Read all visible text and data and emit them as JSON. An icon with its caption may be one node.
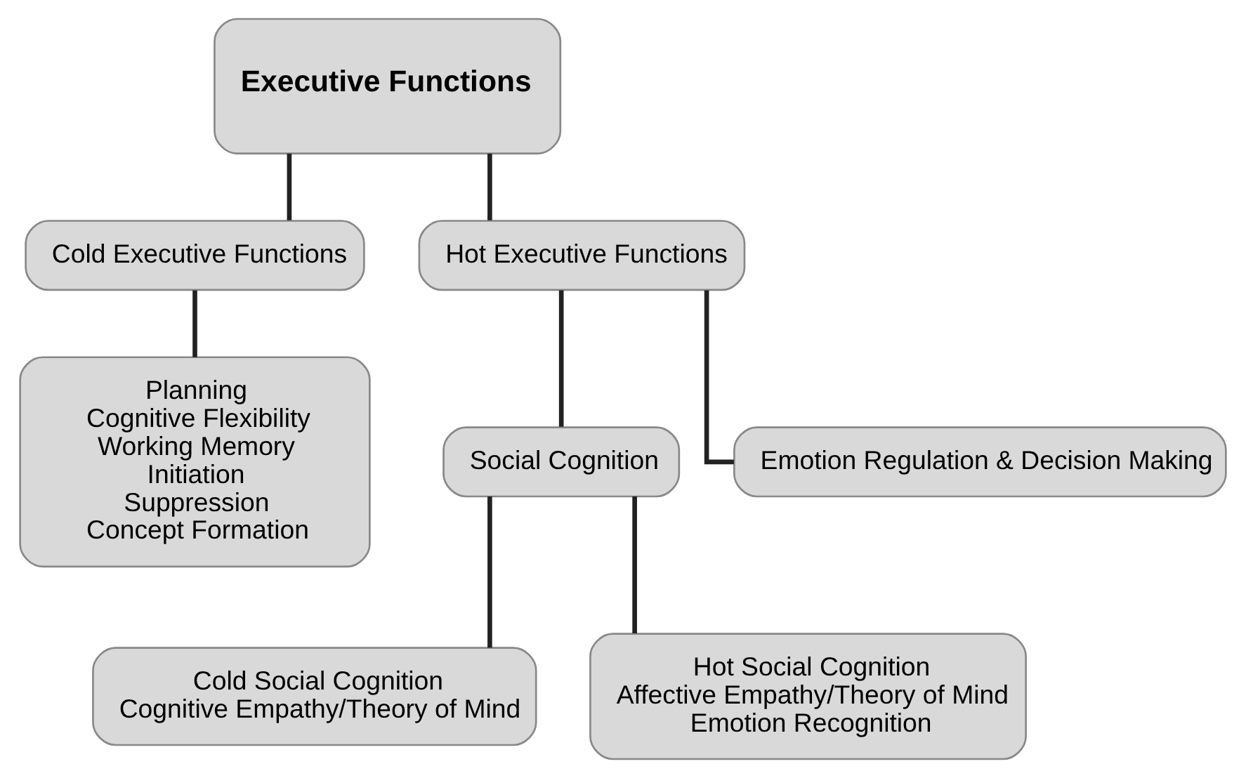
{
  "diagram": {
    "nodes": [
      {
        "text": [
          "Executive Functions"
        ]
      },
      {
        "text": [
          "Cold Executive Functions"
        ]
      },
      {
        "text": [
          "Hot Executive Functions"
        ]
      },
      {
        "text": [
          "Planning",
          "Cognitive Flexibility",
          "Working Memory",
          "Initiation",
          "Suppression",
          "Concept Formation"
        ]
      },
      {
        "text": [
          "Social Cognition"
        ]
      },
      {
        "text": [
          "Emotion Regulation & Decision Making"
        ]
      },
      {
        "text": [
          "Cold Social Cognition",
          "Cognitive Empathy/Theory of Mind"
        ]
      },
      {
        "text": [
          "Hot Social Cognition",
          "Affective Empathy/Theory of Mind",
          "Emotion Recognition"
        ]
      }
    ],
    "edges": [
      {
        "from": 0,
        "to": 1,
        "arrow": "none"
      },
      {
        "from": 0,
        "to": 2,
        "arrow": "none"
      },
      {
        "from": 1,
        "to": 3,
        "arrow": "none"
      },
      {
        "from": 2,
        "to": 4,
        "arrow": "none"
      },
      {
        "from": 2,
        "to": 5,
        "arrow": "none"
      },
      {
        "from": 4,
        "to": 6,
        "arrow": "none"
      },
      {
        "from": 4,
        "to": 7,
        "arrow": "none"
      }
    ]
  }
}
